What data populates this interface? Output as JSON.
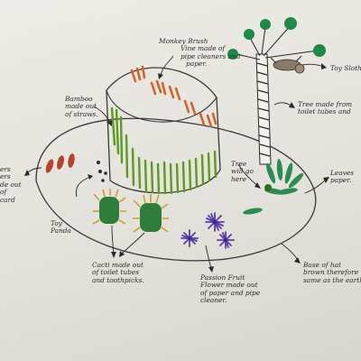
{
  "labels": {
    "monkey_brush": [
      "Monkey Brush",
      "Vine made of",
      "pipe cleaners and",
      "paper."
    ],
    "toy_sloth": [
      "Toy Sloth"
    ],
    "bamboo": [
      "Bamboo",
      "made out",
      "of straws."
    ],
    "tree": [
      "Tree made from",
      "toilet tubes and"
    ],
    "flowers": [
      "ers",
      "ers",
      "de out",
      "of",
      "card"
    ],
    "tree_location": [
      "Tree",
      "will go",
      "here"
    ],
    "leaves": [
      "Leaves",
      "paper."
    ],
    "toy_panda": [
      "Toy",
      "Panda"
    ],
    "cacti": [
      "Cacti made out",
      "of toilet tubes",
      "and toothpicks."
    ],
    "passion_fruit": [
      "Passion Fruit",
      "Flower made out",
      "of paper and pipe",
      "cleaner."
    ],
    "base": [
      "Base of hat",
      "brown therefore",
      "same as the earth"
    ]
  },
  "colors": {
    "paper": "#e9e8e3",
    "ink": "#2c2a28",
    "bamboo_green": "#5f9a1f",
    "monkey_brush_orange": "#d2642a",
    "tree_green": "#1f8a45",
    "passion_fruit_purple": "#5a3bb0",
    "cactus_green": "#2f7d3a",
    "cactus_spikes": "#d89a2a"
  }
}
